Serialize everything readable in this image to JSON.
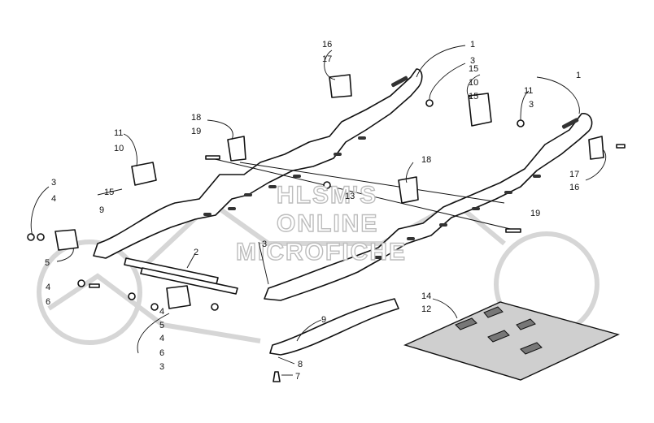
{
  "watermark": {
    "line1": "HLSM'S",
    "line2": "ONLINE",
    "line3": "MICROFICHE"
  },
  "callouts": [
    {
      "id": "c1a",
      "text": "1"
    },
    {
      "id": "c1b",
      "text": "1"
    },
    {
      "id": "c2",
      "text": "2"
    },
    {
      "id": "c3a",
      "text": "3"
    },
    {
      "id": "c3b",
      "text": "3"
    },
    {
      "id": "c3c",
      "text": "3"
    },
    {
      "id": "c3d",
      "text": "3"
    },
    {
      "id": "c3e",
      "text": "3"
    },
    {
      "id": "c4a",
      "text": "4"
    },
    {
      "id": "c4b",
      "text": "4"
    },
    {
      "id": "c4c",
      "text": "4"
    },
    {
      "id": "c4d",
      "text": "4"
    },
    {
      "id": "c5a",
      "text": "5"
    },
    {
      "id": "c5b",
      "text": "5"
    },
    {
      "id": "c6a",
      "text": "6"
    },
    {
      "id": "c6b",
      "text": "6"
    },
    {
      "id": "c7",
      "text": "7"
    },
    {
      "id": "c8",
      "text": "8"
    },
    {
      "id": "c9a",
      "text": "9"
    },
    {
      "id": "c9b",
      "text": "9"
    },
    {
      "id": "c10a",
      "text": "10"
    },
    {
      "id": "c10b",
      "text": "10"
    },
    {
      "id": "c11a",
      "text": "11"
    },
    {
      "id": "c11b",
      "text": "11"
    },
    {
      "id": "c12",
      "text": "12"
    },
    {
      "id": "c13",
      "text": "13"
    },
    {
      "id": "c14",
      "text": "14"
    },
    {
      "id": "c15a",
      "text": "15"
    },
    {
      "id": "c15b",
      "text": "15"
    },
    {
      "id": "c15c",
      "text": "15"
    },
    {
      "id": "c16a",
      "text": "16"
    },
    {
      "id": "c16b",
      "text": "16"
    },
    {
      "id": "c17a",
      "text": "17"
    },
    {
      "id": "c17b",
      "text": "17"
    },
    {
      "id": "c18a",
      "text": "18"
    },
    {
      "id": "c18b",
      "text": "18"
    },
    {
      "id": "c19a",
      "text": "19"
    },
    {
      "id": "c19b",
      "text": "19"
    }
  ]
}
